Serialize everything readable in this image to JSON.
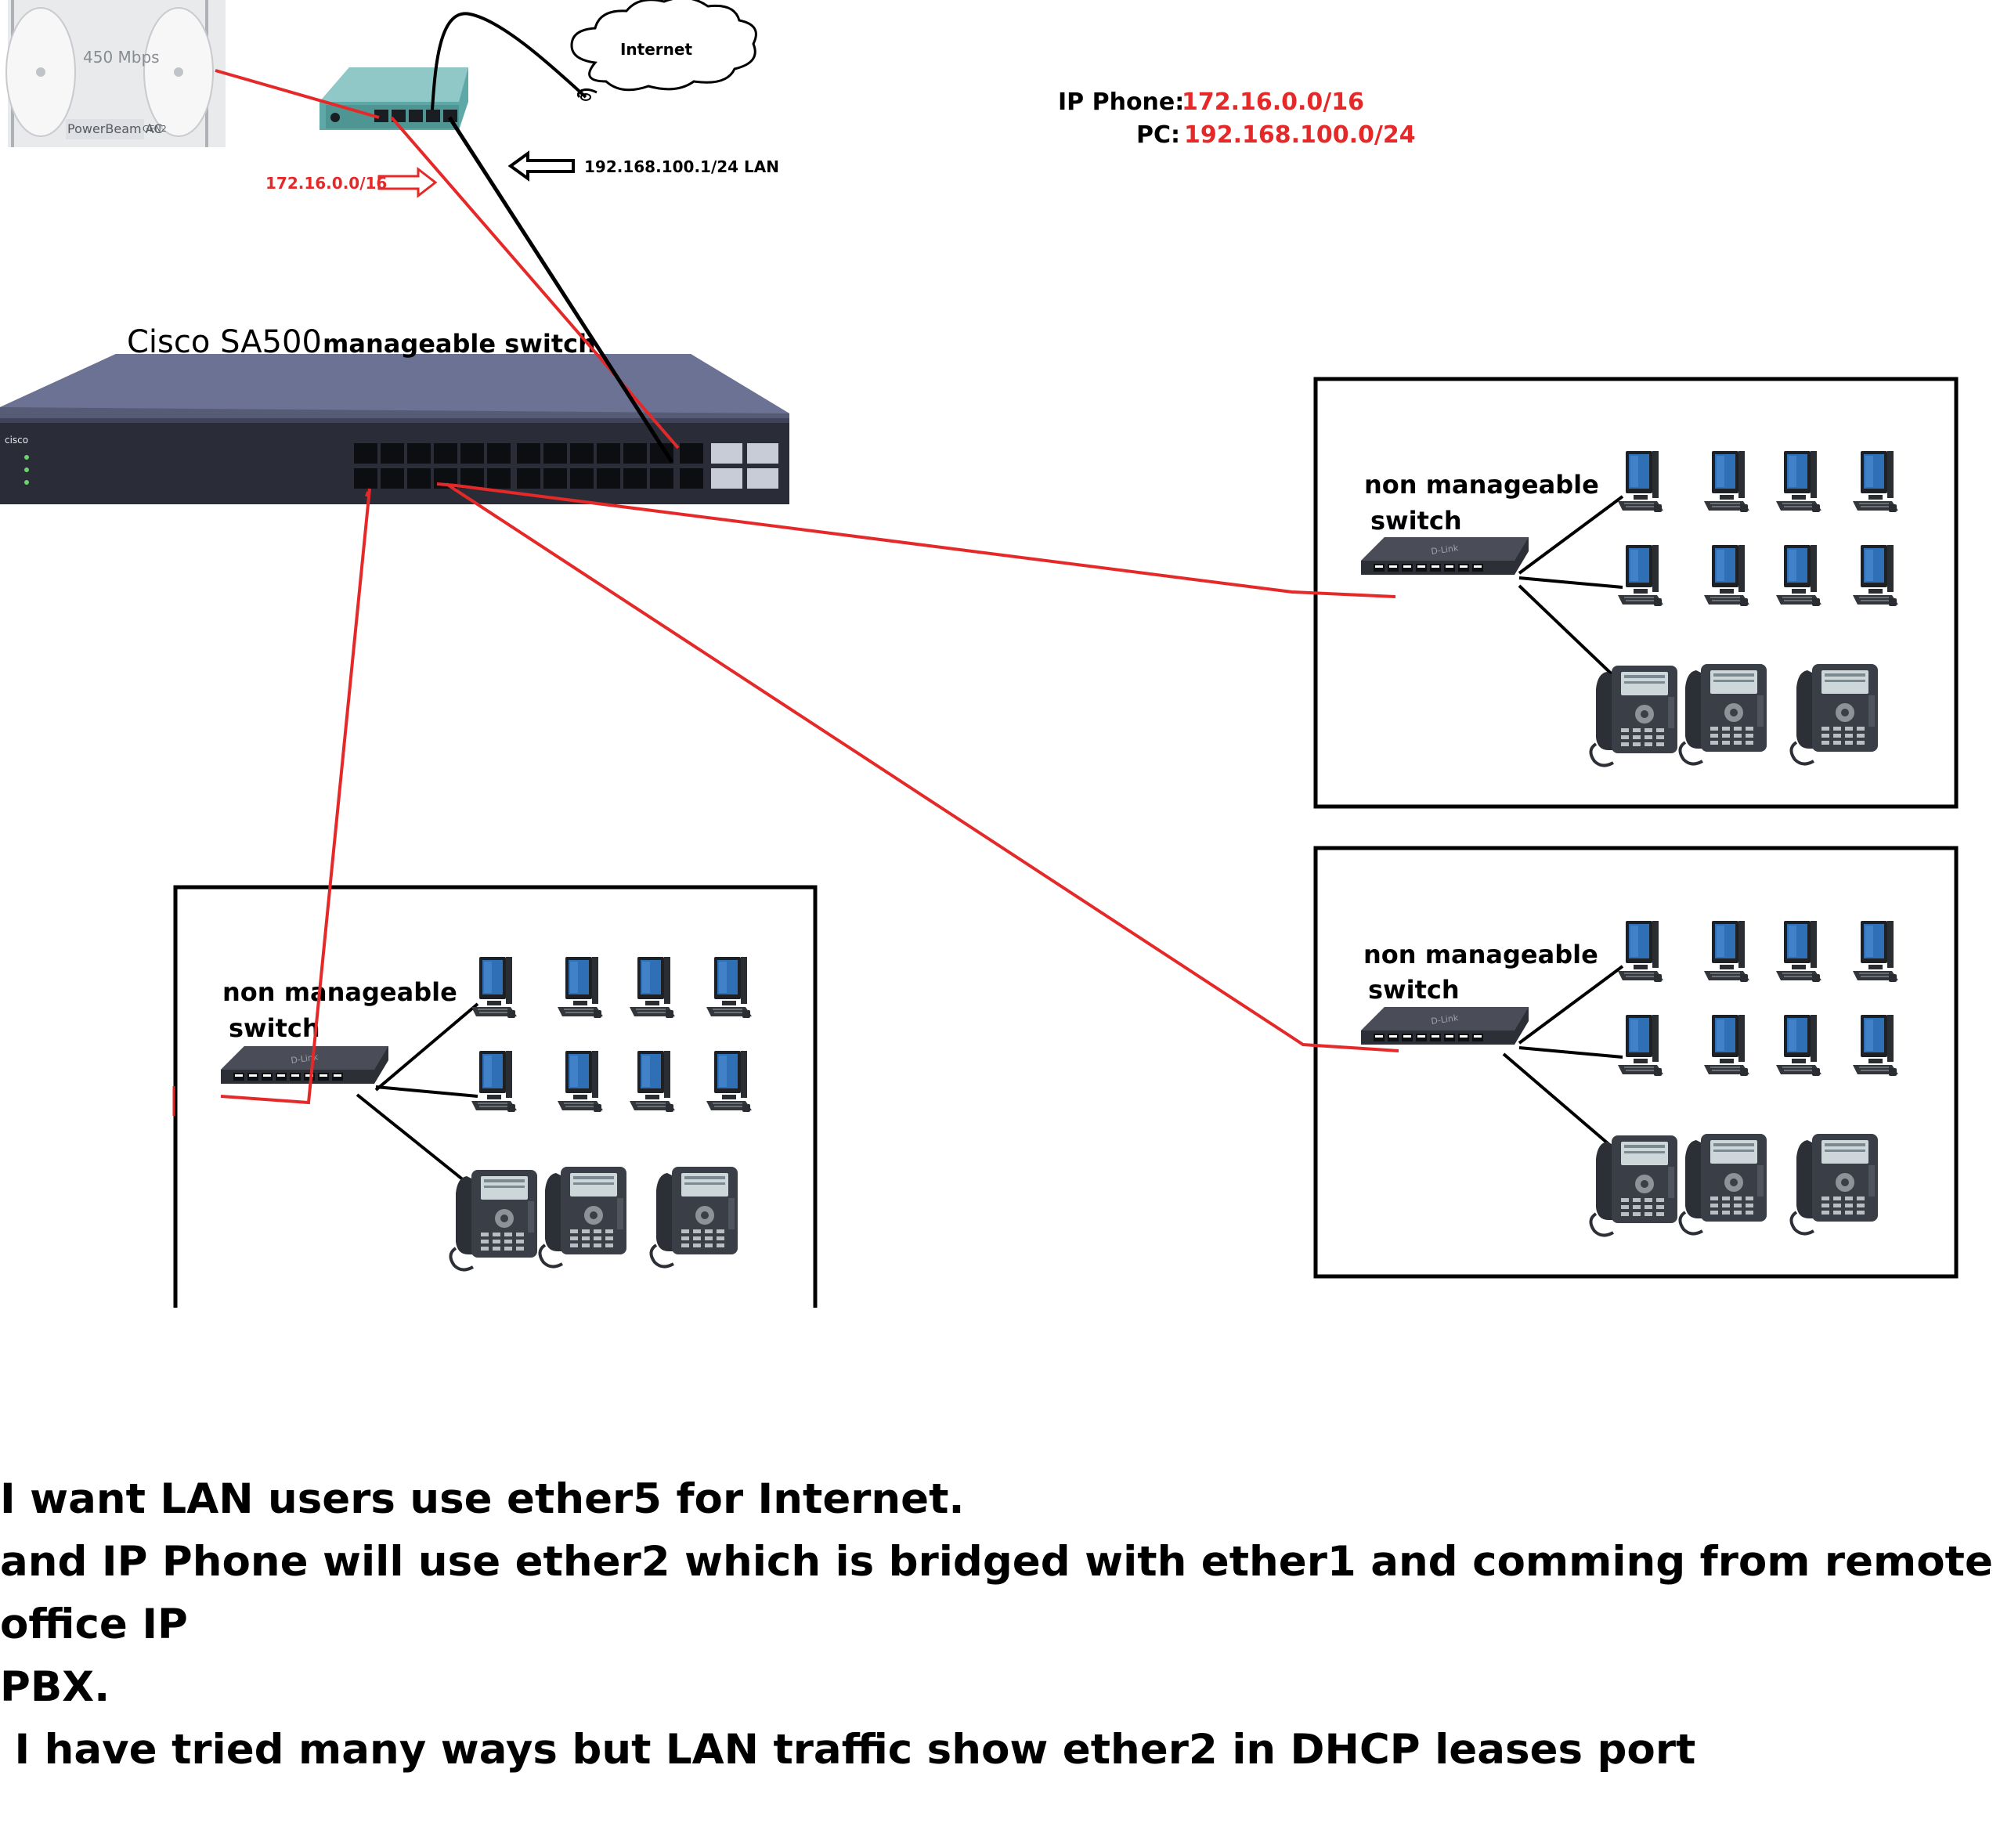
{
  "labels": {
    "internet": "Internet",
    "antenna_speed": "450 Mbps",
    "antenna_brand": "PowerBeam AC",
    "antenna_model": "GEN2",
    "subnet_phone_link": "172.16.0.0/16",
    "lan_link": "192.168.100.1/24 LAN",
    "cisco_name": "Cisco SA500",
    "cisco_type": "manageable switch",
    "cisco_logo": "cisco",
    "legend_phone_key": "IP Phone:",
    "legend_phone_value": "172.16.0.0/16",
    "legend_pc_key": "PC:",
    "legend_pc_value": "192.168.100.0/24",
    "unmanaged_line1": "non manageable",
    "unmanaged_line2": "switch"
  },
  "message": [
    "I want LAN users use ether5 for Internet.",
    "and IP Phone will use ether2 which is bridged with ether1 and comming from remote office IP",
    "PBX.",
    " I have tried many ways but LAN traffic show ether2 in DHCP leases port"
  ],
  "colors": {
    "red_link": "#e52929",
    "black_link": "#000000",
    "legend_value": "#e52929",
    "router_body": "#5fa8a8",
    "switch_body": "#3a3c48",
    "phone_body": "#3a3f47",
    "monitor_screen": "#2f6fb5"
  },
  "icons": {
    "internet": "cloud-icon",
    "antenna": "antenna-icon",
    "router": "router-icon",
    "managed_switch": "managed-switch-icon",
    "unmanaged_switch": "unmanaged-switch-icon",
    "pc": "desktop-computer-icon",
    "phone": "ip-phone-icon"
  }
}
